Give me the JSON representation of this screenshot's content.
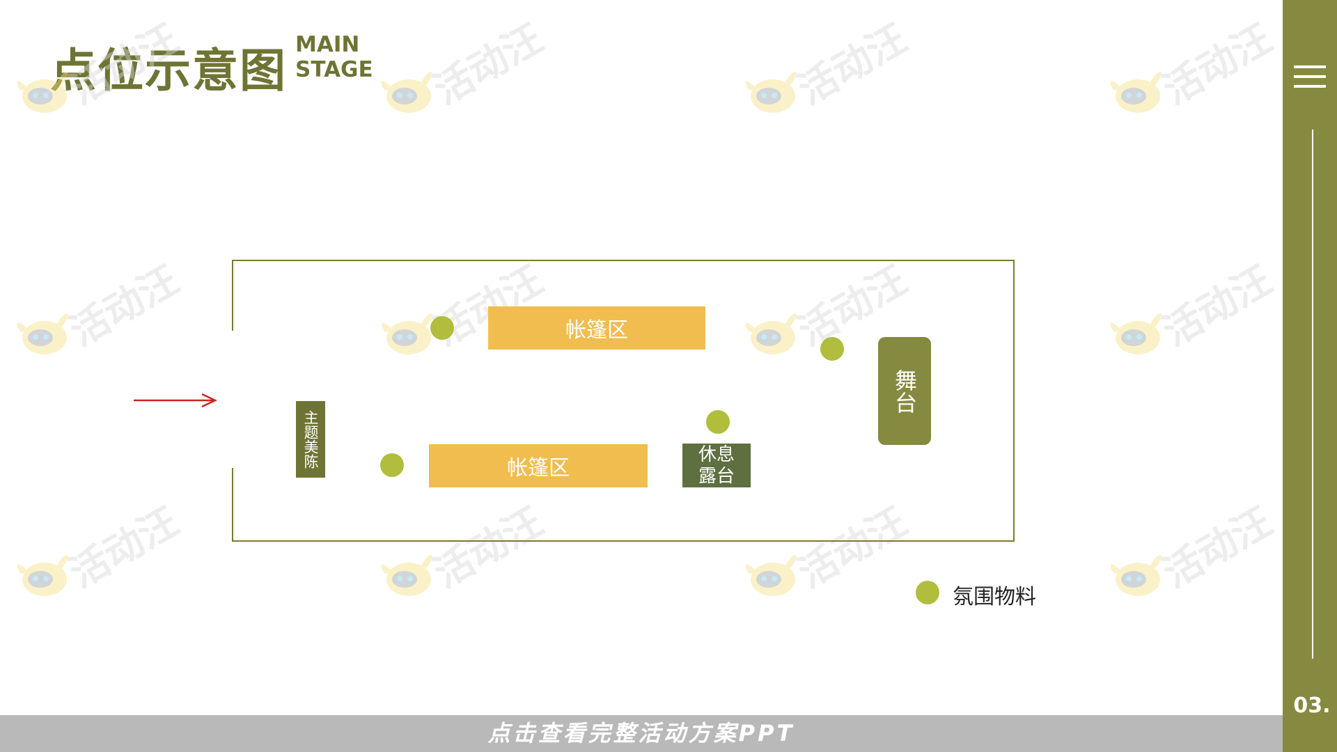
{
  "header": {
    "title": "点位示意图",
    "subtitle": "MAIN\nSTAGE"
  },
  "sidebar": {
    "menu_icon": "hamburger-menu-icon",
    "page_number": "03."
  },
  "banner": {
    "text": "点击查看完整活动方案PPT"
  },
  "watermark": {
    "text": "活动汪",
    "icon": "bunny-mascot-icon"
  },
  "diagram": {
    "entrance_arrow_color": "#cc2222",
    "zones": {
      "tent_top": "帐篷区",
      "tent_bottom": "帐篷区",
      "theme_display": "主题美陈",
      "rest_terrace": "休息\n露台",
      "stage": "舞台"
    },
    "legend": {
      "label": "氛围物料",
      "color": "#b1bd3d"
    }
  },
  "colors": {
    "olive": "#6f7434",
    "sidebar": "#868a40",
    "tent": "#f0bd4e",
    "rest": "#5e6f40",
    "banner": "#b9b9b9"
  }
}
